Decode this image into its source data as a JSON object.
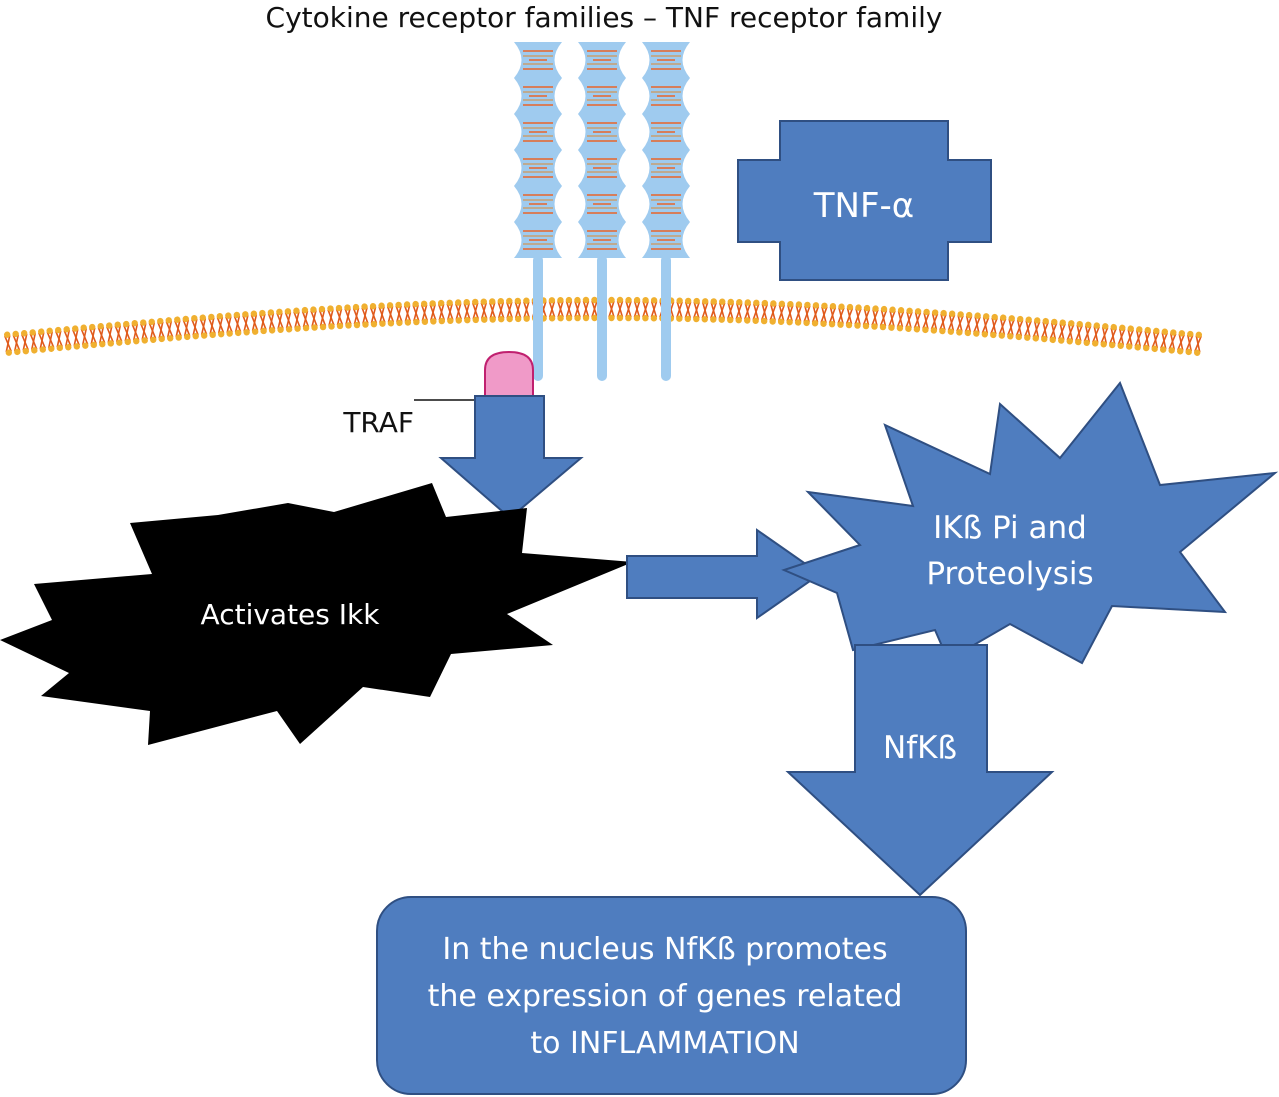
{
  "title": "Cytokine receptor families – TNF receptor family",
  "labels": {
    "tnf": "TNF-α",
    "traf": "TRAF",
    "activates": "Activates Ikk",
    "ikb_line1": "IKß Pi and",
    "ikb_line2": "Proteolysis",
    "nfkb": "NfKß",
    "nucleus_line1": "In the nucleus NfKß promotes",
    "nucleus_line2": "the expression of genes related",
    "nucleus_line3": "to INFLAMMATION"
  },
  "colors": {
    "shape_fill": "#4f7dbf",
    "shape_stroke": "#2f4f82",
    "receptor_fill": "#9fcbef",
    "receptor_band": "#e8642a",
    "receptor_band_alt": "#c8a070",
    "membrane_head": "#f0b030",
    "membrane_tail": "#e05a1c",
    "traf_cap": "#f09ac8",
    "traf_cap_stroke": "#c0206f",
    "black_burst": "#000000"
  }
}
